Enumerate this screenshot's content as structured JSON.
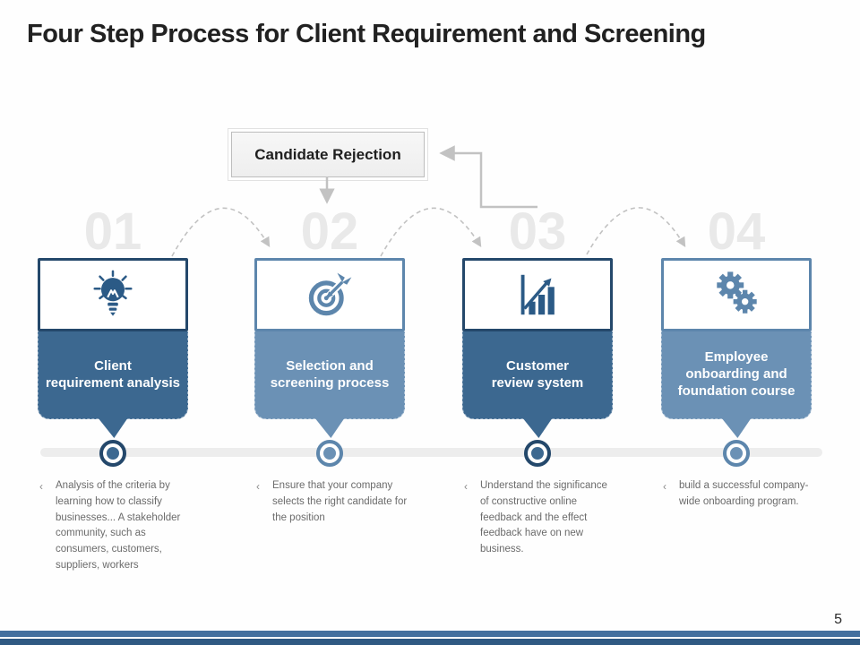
{
  "slide": {
    "title": "Four Step Process for Client Requirement and Screening",
    "page_number": "5"
  },
  "rejection": {
    "label": "Candidate Rejection"
  },
  "steps": [
    {
      "number": "01",
      "title": "Client\nrequirement analysis",
      "bullet": "‹",
      "description": "Analysis of the criteria by learning how to classify businesses... A stakeholder community, such as consumers, customers, suppliers, workers",
      "icon": "idea-lightbulb-icon"
    },
    {
      "number": "02",
      "title": "Selection and\nscreening process",
      "bullet": "‹",
      "description": "Ensure that your company selects the right candidate for the position",
      "icon": "target-dart-icon"
    },
    {
      "number": "03",
      "title": "Customer\nreview system",
      "bullet": "‹",
      "description": "Understand the significance of constructive online feedback and the effect feedback have on new business.",
      "icon": "growth-chart-icon"
    },
    {
      "number": "04",
      "title": "Employee\nonboarding and\nfoundation course",
      "bullet": "‹",
      "description": "build a successful company-wide onboarding program.",
      "icon": "gears-icon"
    }
  ],
  "palette": {
    "step-dark-body": "#3c6890",
    "step-dark-edge": "#24486b",
    "step-dark-icon": "#2b5a86",
    "step-light-body": "#6b91b5",
    "step-light-edge": "#5d86ac",
    "step-light-icon": "#5d86ac",
    "number-gray": "#e9e9e9",
    "connector-gray": "#c2c2c2",
    "footer-top": "#44709e",
    "footer-bottom": "#2f5982"
  }
}
